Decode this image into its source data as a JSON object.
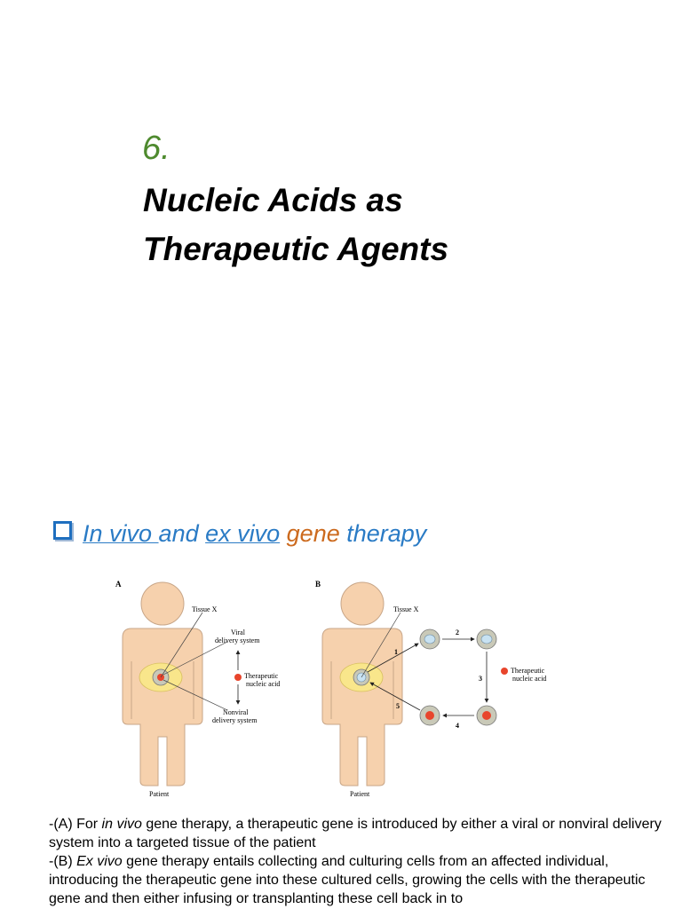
{
  "heading": {
    "number": "6.",
    "title_line1": "Nucleic Acids as",
    "title_line2": "Therapeutic Agents"
  },
  "bullet": {
    "icon": "checkbox-icon",
    "part1": "In vivo ",
    "part2": "and ",
    "part3": "ex vivo",
    "part4": " gene",
    "part5": " therapy",
    "colors": {
      "blue": "#2a7bc5",
      "orange": "#cc6a1e"
    }
  },
  "figure": {
    "panel_a": {
      "letter": "A",
      "tissue": "Tissue X",
      "viral_line1": "Viral",
      "viral_line2": "delivery system",
      "agent_line1": "Therapeutic",
      "agent_line2": "nucleic acid",
      "nonviral_line1": "Nonviral",
      "nonviral_line2": "delivery system",
      "patient": "Patient"
    },
    "panel_b": {
      "letter": "B",
      "tissue": "Tissue X",
      "agent_line1": "Therapeutic",
      "agent_line2": "nucleic acid",
      "patient": "Patient",
      "steps": [
        "1",
        "2",
        "3",
        "4",
        "5"
      ]
    },
    "colors": {
      "skin": "#f6d1ad",
      "tissue": "#f9e68b",
      "dot": "#e8452c"
    }
  },
  "caption": {
    "a_prefix": "-(A) For ",
    "a_italic": "in vivo",
    "a_rest": " gene therapy, a therapeutic gene is introduced by either a viral or nonviral delivery system into a targeted tissue of the patient",
    "b_prefix": "-(B) ",
    "b_italic": "Ex vivo",
    "b_rest": " gene therapy entails collecting and culturing cells from an affected individual, introducing the therapeutic gene into these cultured cells, growing the cells with the therapeutic gene and then either infusing or transplanting these cell back in to"
  }
}
